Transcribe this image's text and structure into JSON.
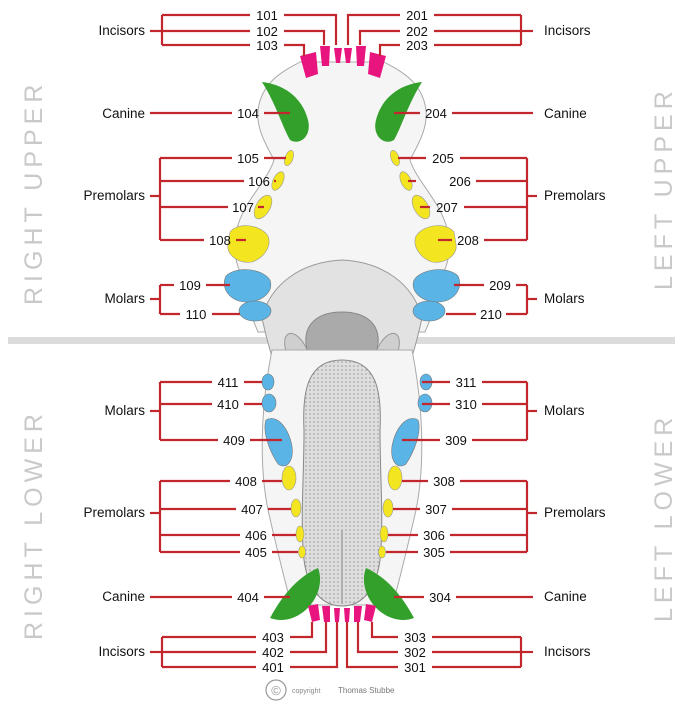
{
  "side_labels": {
    "right_upper": "RIGHT UPPER",
    "left_upper": "LEFT UPPER",
    "right_lower": "RIGHT LOWER",
    "left_lower": "LEFT LOWER"
  },
  "groups": {
    "incisors": "Incisors",
    "canine": "Canine",
    "premolars": "Premolars",
    "molars": "Molars"
  },
  "teeth": {
    "ru_101": "101",
    "ru_102": "102",
    "ru_103": "103",
    "ru_104": "104",
    "ru_105": "105",
    "ru_106": "106",
    "ru_107": "107",
    "ru_108": "108",
    "ru_109": "109",
    "ru_110": "110",
    "lu_201": "201",
    "lu_202": "202",
    "lu_203": "203",
    "lu_204": "204",
    "lu_205": "205",
    "lu_206": "206",
    "lu_207": "207",
    "lu_208": "208",
    "lu_209": "209",
    "lu_210": "210",
    "rl_411": "411",
    "rl_410": "410",
    "rl_409": "409",
    "rl_408": "408",
    "rl_407": "407",
    "rl_406": "406",
    "rl_405": "405",
    "rl_404": "404",
    "rl_403": "403",
    "rl_402": "402",
    "rl_401": "401",
    "ll_311": "311",
    "ll_310": "310",
    "ll_309": "309",
    "ll_308": "308",
    "ll_307": "307",
    "ll_306": "306",
    "ll_305": "305",
    "ll_304": "304",
    "ll_303": "303",
    "ll_302": "302",
    "ll_301": "301"
  },
  "credit": {
    "symbol": "©",
    "small_text": "copyright",
    "author": "Thomas Stubbe"
  },
  "colors": {
    "incisor": "#e8157f",
    "canine": "#33a02c",
    "premolar": "#f3e51f",
    "molar": "#5ab4e6",
    "line": "#c1272d",
    "divider": "#dcdcdc",
    "side_label": "#c9c9c9"
  }
}
